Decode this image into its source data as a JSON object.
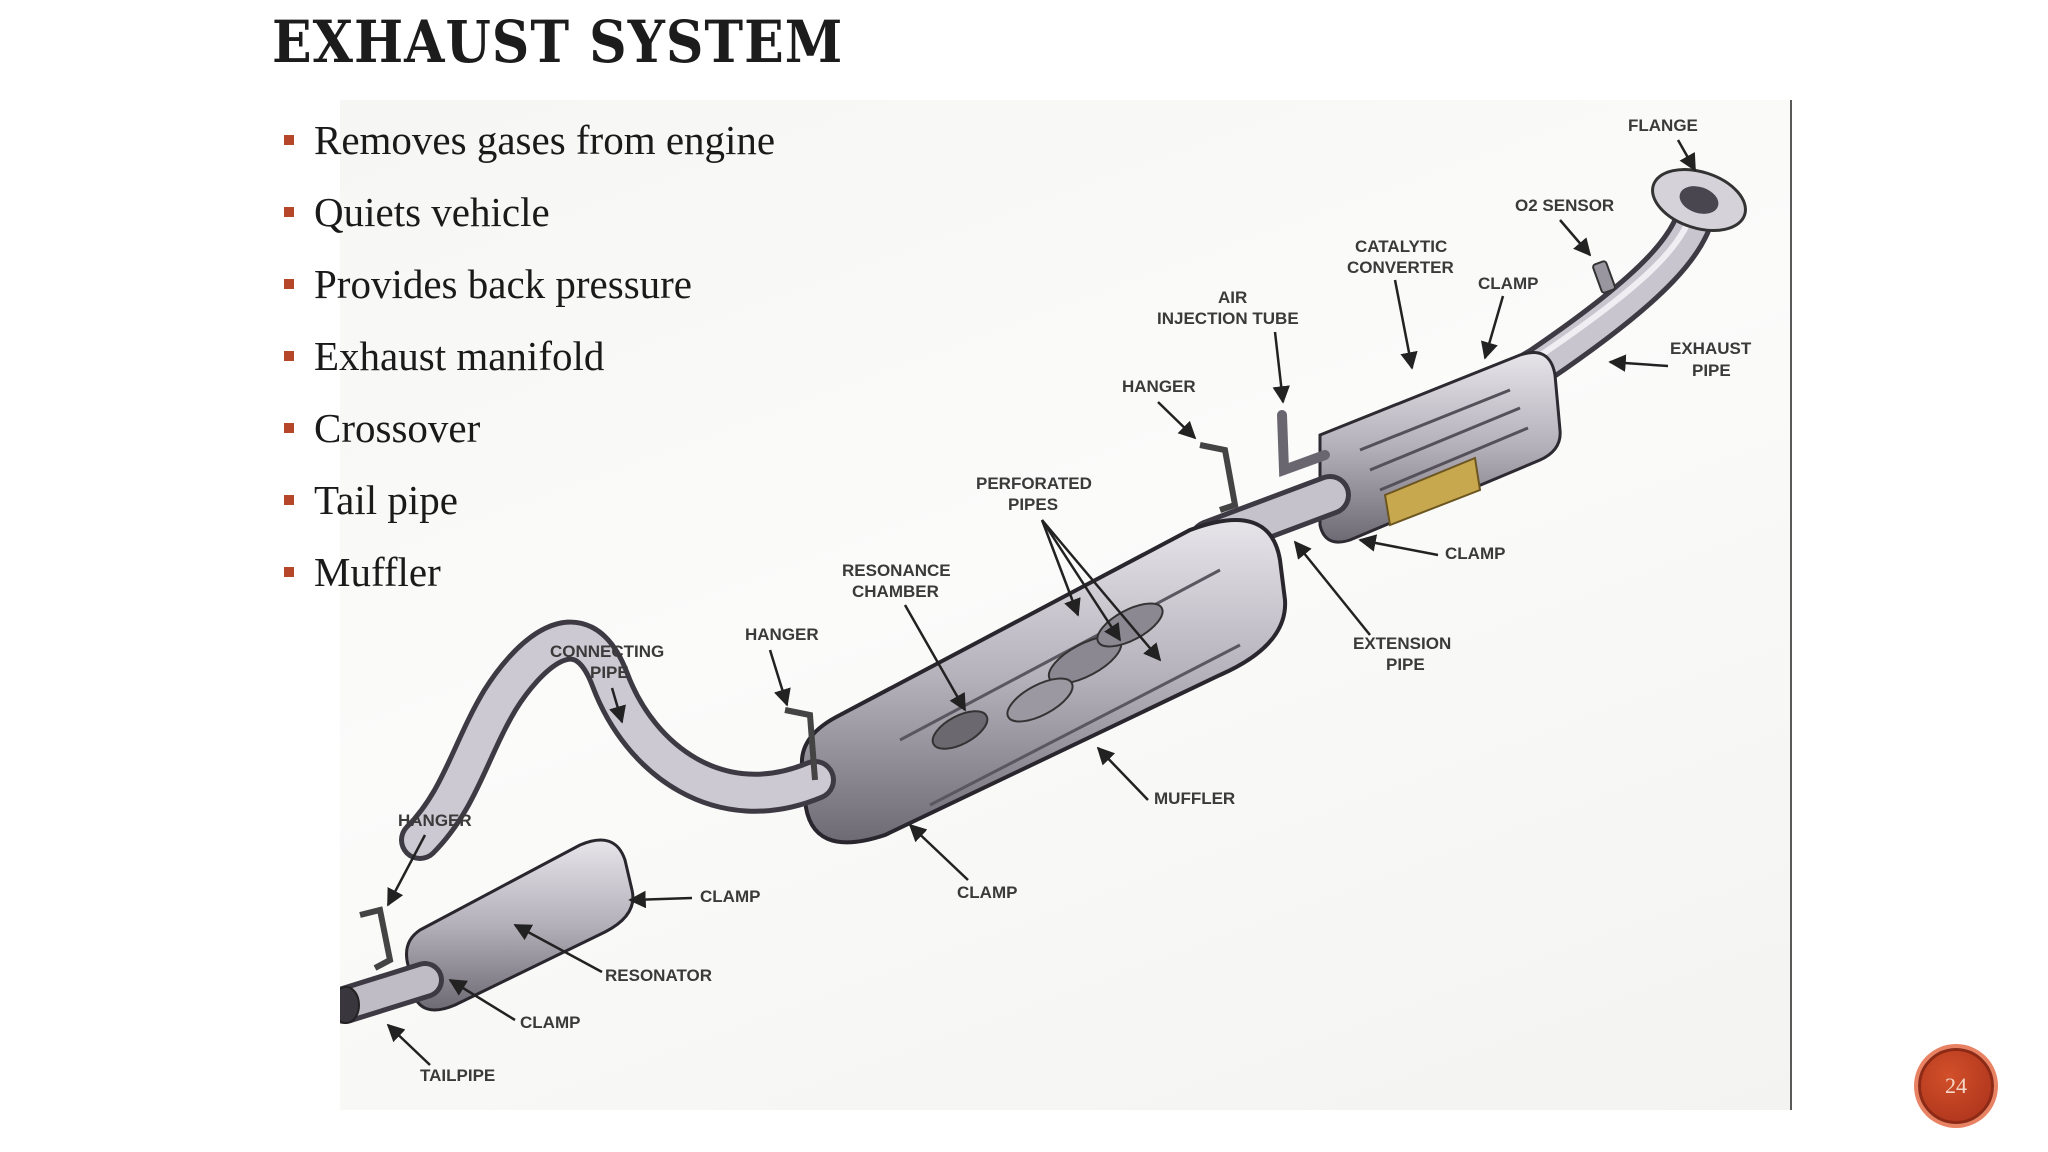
{
  "slide": {
    "title": "EXHAUST SYSTEM",
    "bullets": [
      "Removes gases from engine",
      "Quiets vehicle",
      "Provides back pressure",
      "Exhaust manifold",
      "Crossover",
      "Tail pipe",
      "Muffler"
    ],
    "page_number": "24",
    "accent_color": "#b5462a"
  },
  "diagram": {
    "labels": {
      "flange": "FLANGE",
      "o2_sensor": "O2 SENSOR",
      "catalytic_1": "CATALYTIC",
      "catalytic_2": "CONVERTER",
      "clamp_top": "CLAMP",
      "air_1": "AIR",
      "air_2": "INJECTION TUBE",
      "exhaust_1": "EXHAUST",
      "exhaust_2": "PIPE",
      "hanger_top": "HANGER",
      "perforated_1": "PERFORATED",
      "perforated_2": "PIPES",
      "clamp_mid": "CLAMP",
      "resonance_1": "RESONANCE",
      "resonance_2": "CHAMBER",
      "extension_1": "EXTENSION",
      "extension_2": "PIPE",
      "connecting_1": "CONNECTING",
      "connecting_2": "PIPE",
      "hanger_mid": "HANGER",
      "muffler": "MUFFLER",
      "hanger_left": "HANGER",
      "clamp_res": "CLAMP",
      "clamp_muffler": "CLAMP",
      "resonator": "RESONATOR",
      "clamp_tail": "CLAMP",
      "tailpipe": "TAILPIPE"
    }
  }
}
